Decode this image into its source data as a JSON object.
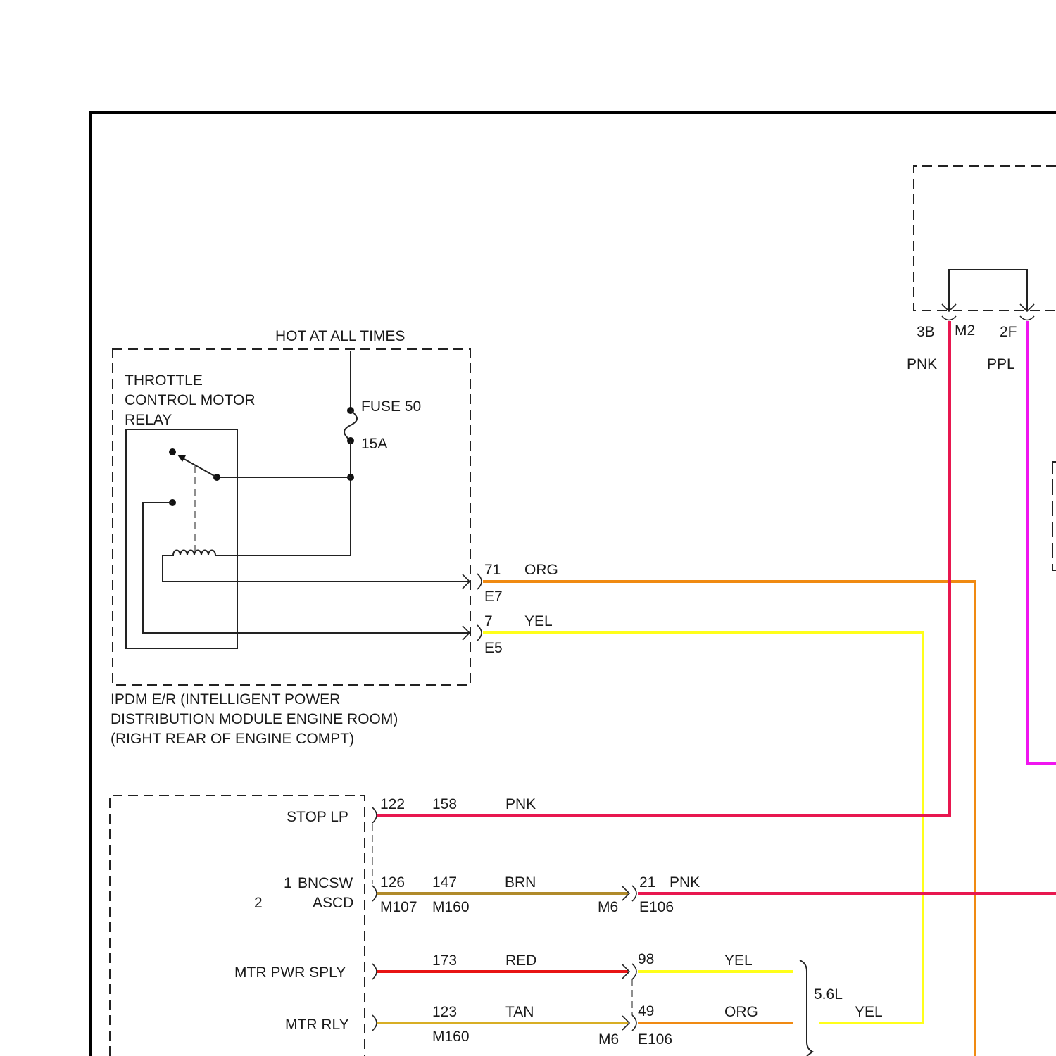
{
  "colors": {
    "PNK": "#e8174f",
    "PPL": "#f015f0",
    "ORG": "#f08a12",
    "YEL": "#ffff1a",
    "BRN": "#b08a2a",
    "RED": "#e81414",
    "TAN": "#d8ae24"
  },
  "ipdm": {
    "hot_label": "HOT AT ALL TIMES",
    "relay_label": [
      "THROTTLE",
      "CONTROL MOTOR",
      "RELAY"
    ],
    "fuse_label": "FUSE 50",
    "fuse_rating": "15A",
    "module_label": [
      "IPDM E/R (INTELLIGENT POWER",
      "DISTRIBUTION MODULE ENGINE ROOM)",
      "(RIGHT REAR OF ENGINE COMPT)"
    ],
    "pins": [
      {
        "pin": "71",
        "connector": "E7",
        "color": "ORG"
      },
      {
        "pin": "7",
        "connector": "E5",
        "color": "YEL"
      }
    ]
  },
  "top_right": {
    "pin_a": "3B",
    "connector": "M2",
    "pin_b": "2F",
    "color_a": "PNK",
    "color_b": "PPL"
  },
  "ecm": {
    "labels": {
      "stop": "STOP LP",
      "bnc_num": "1",
      "bnc": "BNCSW",
      "asc_num": "2",
      "asc": "ASCD",
      "pwr": "MTR PWR SPLY",
      "rly": "MTR RLY"
    },
    "stop": {
      "pin": "122",
      "num": "158",
      "color": "PNK"
    },
    "bnc": {
      "pin": "126",
      "num": "147",
      "color": "BRN",
      "conn_a": "M107",
      "conn_b": "M160",
      "conn_c": "M6",
      "pin2": "21",
      "color2": "PNK",
      "conn_d": "E106"
    },
    "pwr": {
      "num": "173",
      "color": "RED",
      "pin2": "98",
      "color2": "YEL"
    },
    "rly": {
      "num": "123",
      "color": "TAN",
      "conn_b": "M160",
      "conn_c": "M6",
      "pin2": "49",
      "color2": "ORG",
      "conn_d": "E106"
    }
  },
  "engine": {
    "label": "5.6L",
    "color": "YEL"
  }
}
